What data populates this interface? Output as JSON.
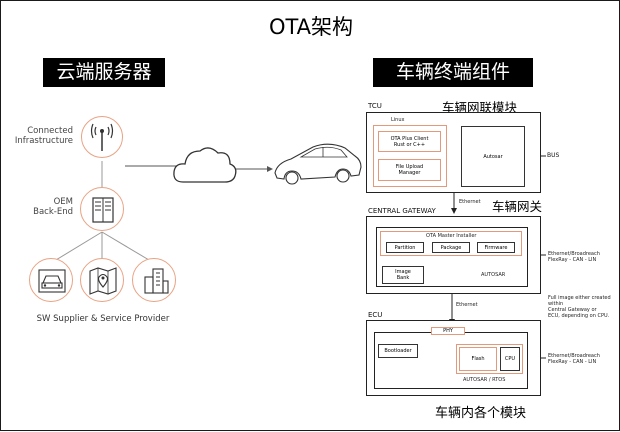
{
  "title": "OTA架构",
  "left": {
    "banner": "云端服务器",
    "connected_label": "Connected\nInfrastructure",
    "oem_label": "OEM\nBack-End",
    "bottom_caption": "SW Supplier & Service Provider"
  },
  "right": {
    "banner": "车辆终端组件",
    "tcu": {
      "tag": "TCU",
      "cn_label": "车辆网联模块",
      "linux": "Linux",
      "ota_client": "OTA Plus Client\nRust or C++",
      "file_upload": "File Upload\nManager",
      "autosar": "Autosar",
      "bus": "BUS"
    },
    "gateway": {
      "tag": "CENTRAL GATEWAY",
      "cn_label": "车辆网关",
      "master": "OTA Master Installer",
      "partition": "Partition",
      "package": "Package",
      "firmware": "Firmware",
      "image_bank": "Image\nBank",
      "autosar": "AUTOSAR",
      "side_note": "Ethernet/Broadreach\nFlexRay - CAN - LIN"
    },
    "ethernet_1": "Ethernet",
    "ethernet_2": "Ethernet",
    "full_image_note": "Full image either created\nwithin\nCentral Gateway or\nECU, depending on CPU.",
    "ecu": {
      "tag": "ECU",
      "phy": "PHY",
      "bootloader": "Bootloader",
      "flash": "Flash",
      "cpu": "CPU",
      "autosar_rtos": "AUTOSAR / RTOS",
      "side_note": "Ethernet/Broadreach\nFlexRay - CAN - LIN"
    },
    "bottom_caption": "车辆内各个模块"
  }
}
